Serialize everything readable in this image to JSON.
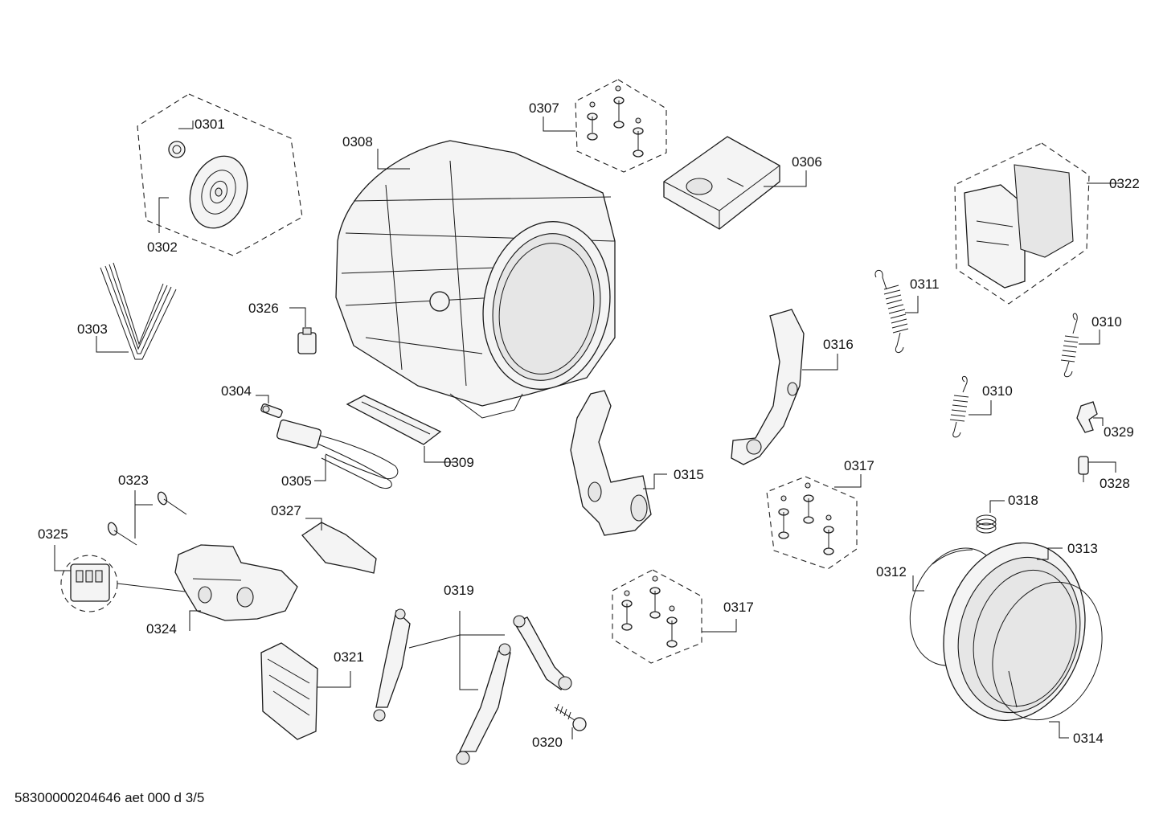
{
  "labels": {
    "p0301": "0301",
    "p0302": "0302",
    "p0303": "0303",
    "p0304": "0304",
    "p0305": "0305",
    "p0306": "0306",
    "p0307": "0307",
    "p0308": "0308",
    "p0309": "0309",
    "p0310a": "0310",
    "p0310b": "0310",
    "p0311": "0311",
    "p0312": "0312",
    "p0313": "0313",
    "p0314": "0314",
    "p0315": "0315",
    "p0316": "0316",
    "p0317a": "0317",
    "p0317b": "0317",
    "p0318": "0318",
    "p0319": "0319",
    "p0320": "0320",
    "p0321": "0321",
    "p0322": "0322",
    "p0323": "0323",
    "p0324": "0324",
    "p0325": "0325",
    "p0326": "0326",
    "p0327": "0327",
    "p0328": "0328",
    "p0329": "0329"
  },
  "footer": "58300000204646 aet 000 d 3/5"
}
